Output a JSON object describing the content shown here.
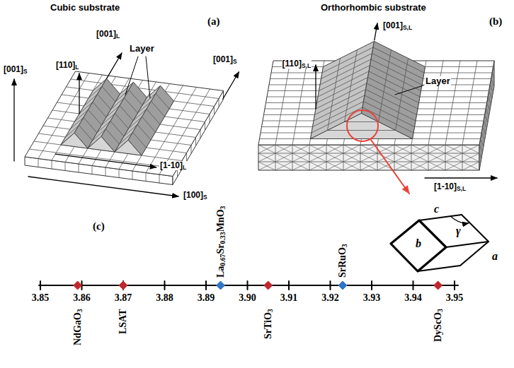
{
  "diagram": {
    "labels": [
      "Cubic substrate",
      "(a)",
      "Layer",
      "[001]L",
      "[110]L",
      "[001]S",
      "[1-10]L",
      "[100]S",
      "[001]S",
      "Orthorhombic substrate",
      "(b)",
      "[001]S,L",
      "Layer",
      "[110]S,L",
      "[1-10]S,L",
      "c",
      "γ",
      "b",
      "a",
      "(c)",
      "La0.67Sr0.33MnO3",
      "SrRuO3",
      "3.85",
      "3.86",
      "3.87",
      "3.88",
      "3.89",
      "3.90",
      "3.91",
      "3.92",
      "3.93",
      "3.94",
      "3.95",
      "NdGaO3",
      "LSAT",
      "SrTiO3",
      "DyScO3"
    ]
  }
}
